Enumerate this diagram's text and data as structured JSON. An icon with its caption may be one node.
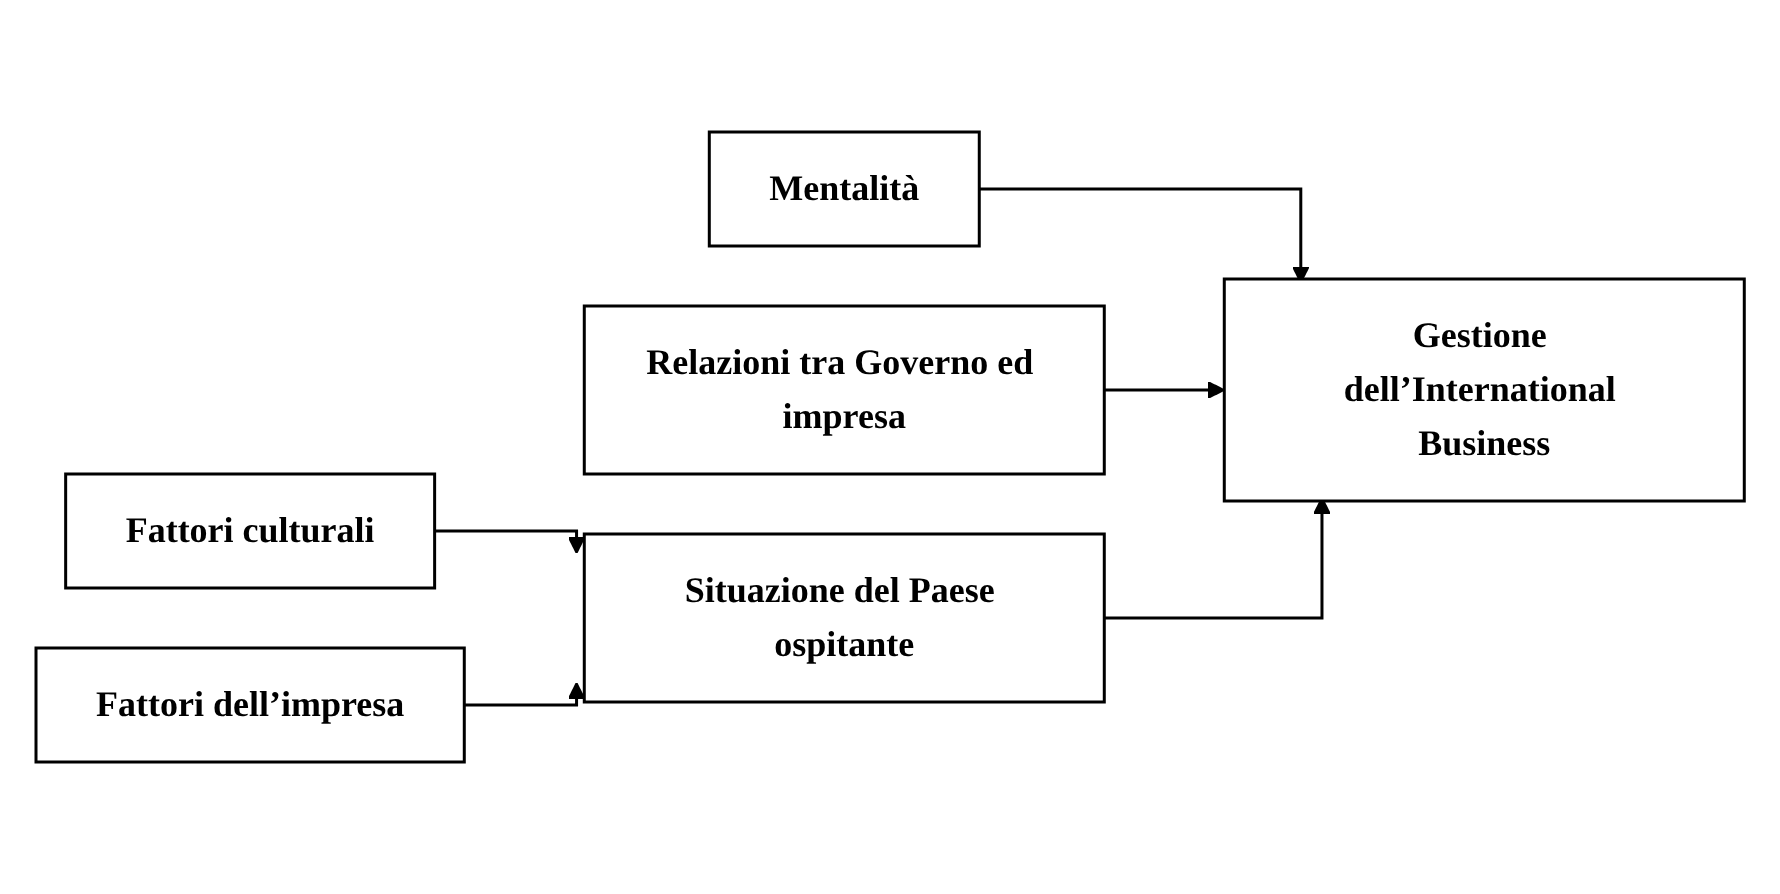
{
  "diagram": {
    "nodes": [
      {
        "text": [
          "Fattori culturali"
        ]
      },
      {
        "text": [
          "Fattori dell’impresa"
        ]
      },
      {
        "text": [
          "Mentalità"
        ]
      },
      {
        "text": [
          "Relazioni tra Governo ed impresa"
        ]
      },
      {
        "text": [
          "Situazione del Paese ospitante"
        ]
      },
      {
        "text": [
          "Gestione dell’International Business"
        ]
      }
    ],
    "edges": [
      {
        "from": 0,
        "to": 4,
        "arrow": "to"
      },
      {
        "from": 1,
        "to": 4,
        "arrow": "to"
      },
      {
        "from": 2,
        "to": 5,
        "arrow": "to"
      },
      {
        "from": 3,
        "to": 5,
        "arrow": "to"
      },
      {
        "from": 4,
        "to": 5,
        "arrow": "to"
      }
    ]
  }
}
